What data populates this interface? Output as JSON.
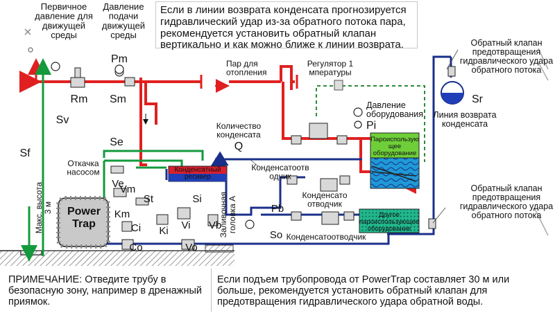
{
  "notes": {
    "top": "Если в линии возврата конденсата прогнозируется гидравлический удар из-за обратного потока пара, рекомендуется установить обратный клапан вертикально и как можно ближе к линии возврата.",
    "bottom_left": "ПРИМЕЧАНИЕ: Отведите трубу в безопасную зону, например в дренажный приямок.",
    "bottom_right": "Если подъем трубопровода от PowerTrap составляет 30 м или больше, рекомендуется установить обратный клапан для предотвращения гидравлического удара обратной воды."
  },
  "labels": {
    "primary_pressure": [
      "Первичное",
      "давление для",
      "движущей",
      "среды"
    ],
    "supply_pressure": [
      "Давление",
      "подачи",
      "движущей",
      "среды"
    ],
    "pm": "Pm",
    "rm": "Rm",
    "sm": "Sm",
    "sv": "Sv",
    "se": "Se",
    "sf": "Sf",
    "heating_steam": [
      "Пар для",
      "отопления"
    ],
    "regulator": [
      "Регулятор 1",
      "мпературы"
    ],
    "equipment_pressure": [
      "Давление",
      "оборудования"
    ],
    "pi": "Pi",
    "condensate_qty": [
      "Количество",
      "конденсата"
    ],
    "q": "Q",
    "condensate_receiver": [
      "Конденсатный",
      "ресивер"
    ],
    "pump_vent": [
      "Откачка",
      "насосом"
    ],
    "ve": "Ve",
    "vm": "Vm",
    "st": "St",
    "km": "Km",
    "si": "Si",
    "ki": "Ki",
    "vi": "Vi",
    "vb": "Vb",
    "ci": "Ci",
    "co": "Co",
    "vo": "Vo",
    "so": "So",
    "pb": "Pb",
    "max_height": [
      "Макс. высота",
      "3 м"
    ],
    "fill_head": [
      "Заливочная",
      "головка A"
    ],
    "trap_1": [
      "Конденсатоотв",
      "одчик"
    ],
    "trap_2": [
      "Конденсато",
      "отводчик"
    ],
    "trap_3": "Конденсатоотводчик",
    "steam_equipment": [
      "Пароиспользую",
      "щее",
      "оборудование"
    ],
    "other_equipment": [
      "Другое",
      "пароиспользующее",
      "оборудование"
    ],
    "check_valve_top": [
      "Обратный клапан",
      "предотвращения",
      "гидравлического удара",
      "обратного потока"
    ],
    "sr": "Sr",
    "return_line": [
      "Линия возврата",
      "конденсата"
    ],
    "check_valve_bottom": [
      "Обратный клапан",
      "предотвращения",
      "гидравлического удара",
      "обратного потока"
    ],
    "powertrap": [
      "Power",
      "Trap"
    ]
  },
  "colors": {
    "steam": "#e02020",
    "motive": "#129a3c",
    "condensate": "#1a2f8a",
    "control": "#2f8a3a",
    "receiver_red": "#d9202e",
    "receiver_blue": "#1f3fb8",
    "equipment_green": "#6fcf3a",
    "equipment_blue": "#1f9ad6",
    "other_green": "#22b88a"
  }
}
